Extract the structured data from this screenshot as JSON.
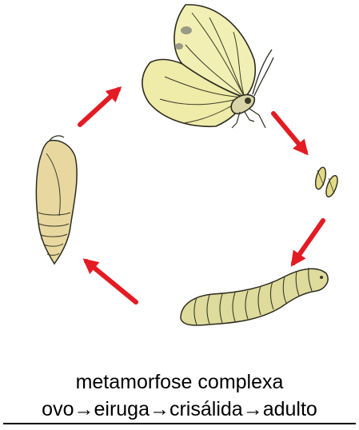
{
  "diagram": {
    "stages": [
      {
        "id": "adult",
        "icon": "butterfly-icon"
      },
      {
        "id": "eggs",
        "icon": "eggs-icon"
      },
      {
        "id": "caterpillar",
        "icon": "caterpillar-icon"
      },
      {
        "id": "chrysalis",
        "icon": "chrysalis-icon"
      }
    ],
    "colors": {
      "arrow": "#e31b23",
      "wing": "#f2efb4",
      "wing_vein": "#3a3a2a",
      "wing_spot": "#9a9a86",
      "egg": "#e2da86",
      "larva": "#dfdb9c",
      "pupa": "#e8d8a0",
      "outline": "#2b2b20"
    }
  },
  "caption": {
    "title": "metamorfose complexa",
    "stage_words": [
      "ovo",
      "eiruga",
      "crisálida",
      "adulto"
    ],
    "separator": "→"
  }
}
